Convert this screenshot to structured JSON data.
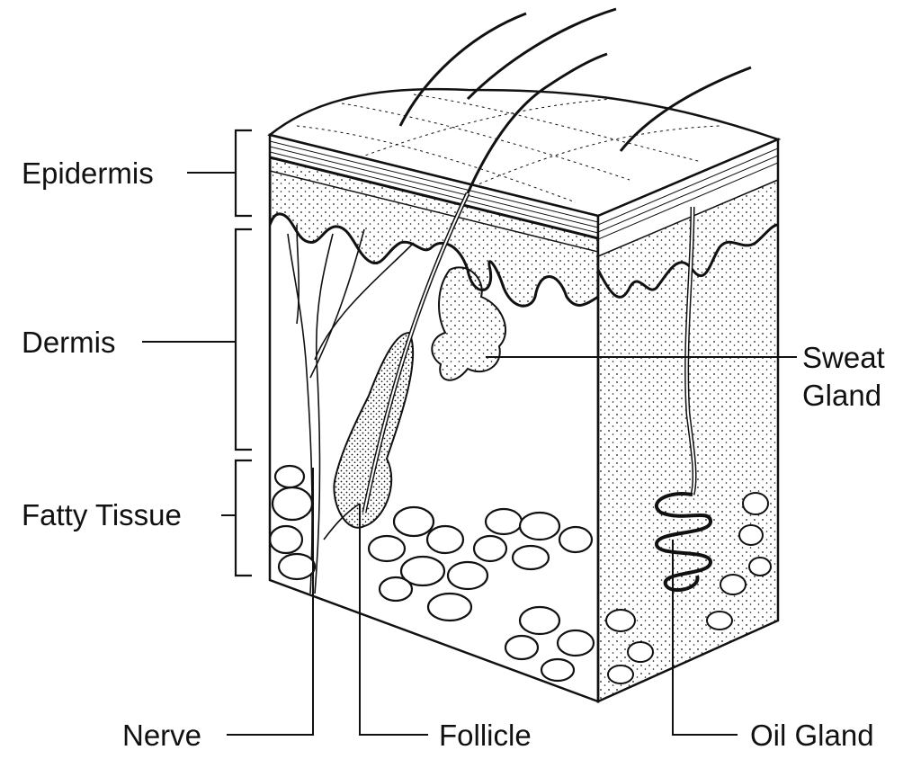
{
  "labels": {
    "epidermis": "Epidermis",
    "dermis": "Dermis",
    "fatty_tissue": "Fatty Tissue",
    "sweat_gland": [
      "Sweat",
      "Gland"
    ],
    "nerve": "Nerve",
    "follicle": "Follicle",
    "oil_gland": "Oil Gland"
  },
  "colors": {
    "ink": "#111111",
    "paper": "#ffffff"
  }
}
